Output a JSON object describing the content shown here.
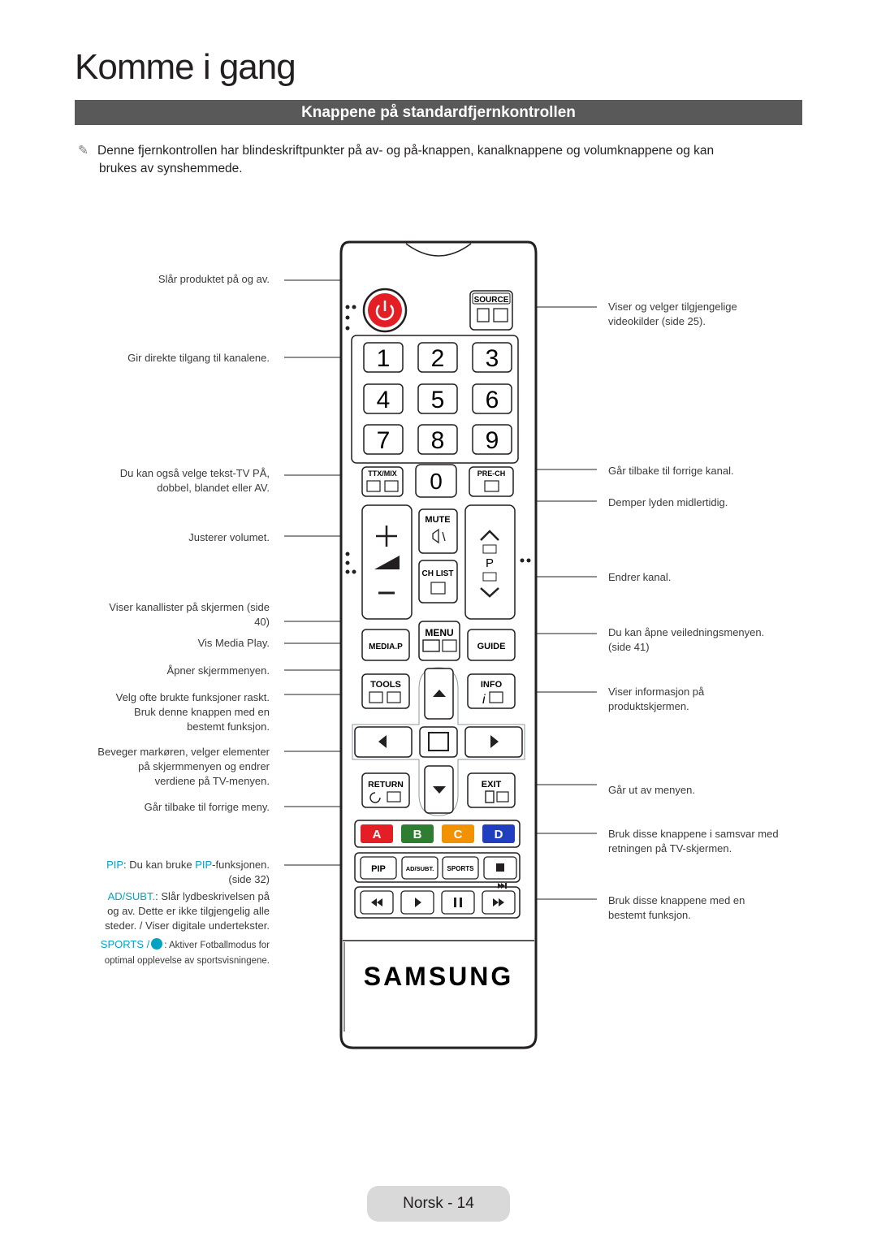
{
  "page": {
    "title": "Komme i gang",
    "footer": "Norsk - 14"
  },
  "section": {
    "heading": "Knappene på standardfjernkontrollen"
  },
  "intro": {
    "icon": "pencil-note-icon",
    "line1": "Denne fjernkontrollen har blindeskriftpunkter på av- og på-knappen, kanalknappene og volumknappene og kan",
    "line2": "brukes av synshemmede."
  },
  "labels_left": {
    "power": "Slår produktet på og av.",
    "numbers": "Gir direkte tilgang til kanalene.",
    "ttx_1": "Du kan også velge tekst-TV PÅ,",
    "ttx_2": "dobbel, blandet eller AV.",
    "volume": "Justerer volumet.",
    "chlist_1": "Viser kanallister på skjermen (side",
    "chlist_2": "40)",
    "mediap": "Vis Media Play.",
    "menu": "Åpner skjermmenyen.",
    "tools_1": "Velg ofte brukte funksjoner raskt.",
    "tools_2": "Bruk denne knappen med en",
    "tools_3": "bestemt funksjon.",
    "nav_1": "Beveger markøren, velger elementer",
    "nav_2": "på skjermmenyen og endrer",
    "nav_3": "verdiene på TV-menyen.",
    "return": "Går tilbake til forrige meny.",
    "pip_term": "PIP",
    "pip_text_1": ": Du kan bruke ",
    "pip_term_2": "PIP",
    "pip_text_2": "-funksjonen.",
    "pip_page": "(side 32)",
    "adsubt_term": "AD/SUBT.",
    "adsubt_1": ": Slår lydbeskrivelsen på",
    "adsubt_2": "og av. Dette er ikke tilgjengelig alle",
    "adsubt_3": "steder. / Viser digitale undertekster.",
    "sports_term": "SPORTS /",
    "sports_1": ": Aktiver Fotballmodus for",
    "sports_2": "optimal opplevelse av sportsvisningene."
  },
  "labels_right": {
    "source_1": "Viser og velger tilgjengelige",
    "source_2": "videokilder (side 25).",
    "prech": "Går tilbake til forrige kanal.",
    "mute": "Demper lyden midlertidig.",
    "channel": "Endrer kanal.",
    "guide_1": "Du kan åpne veiledningsmenyen.",
    "guide_2": "(side 41)",
    "info_1": "Viser informasjon på",
    "info_2": "produktskjermen.",
    "exit": "Går ut av menyen.",
    "color_1": "Bruk disse knappene i samsvar med",
    "color_2": "retningen på TV-skjermen.",
    "media_1": "Bruk disse knappene med en",
    "media_2": "bestemt funksjon."
  },
  "remote": {
    "source": "SOURCE",
    "digits": [
      "1",
      "2",
      "3",
      "4",
      "5",
      "6",
      "7",
      "8",
      "9"
    ],
    "zero": "0",
    "ttx": "TTX/MIX",
    "prech": "PRE-CH",
    "mute": "MUTE",
    "p": "P",
    "chlist": "CH LIST",
    "mediap": "MEDIA.P",
    "menu": "MENU",
    "guide": "GUIDE",
    "tools": "TOOLS",
    "info": "INFO",
    "return": "RETURN",
    "exit": "EXIT",
    "color_buttons": [
      {
        "label": "A",
        "color": "#e31e24"
      },
      {
        "label": "B",
        "color": "#2e7d32"
      },
      {
        "label": "C",
        "color": "#f39200"
      },
      {
        "label": "D",
        "color": "#1f3fbf"
      }
    ],
    "pip": "PIP",
    "adsubt": "AD/SUBT.",
    "sports": "SPORTS",
    "brand": "SAMSUNG",
    "power_color": "#e31e24"
  }
}
